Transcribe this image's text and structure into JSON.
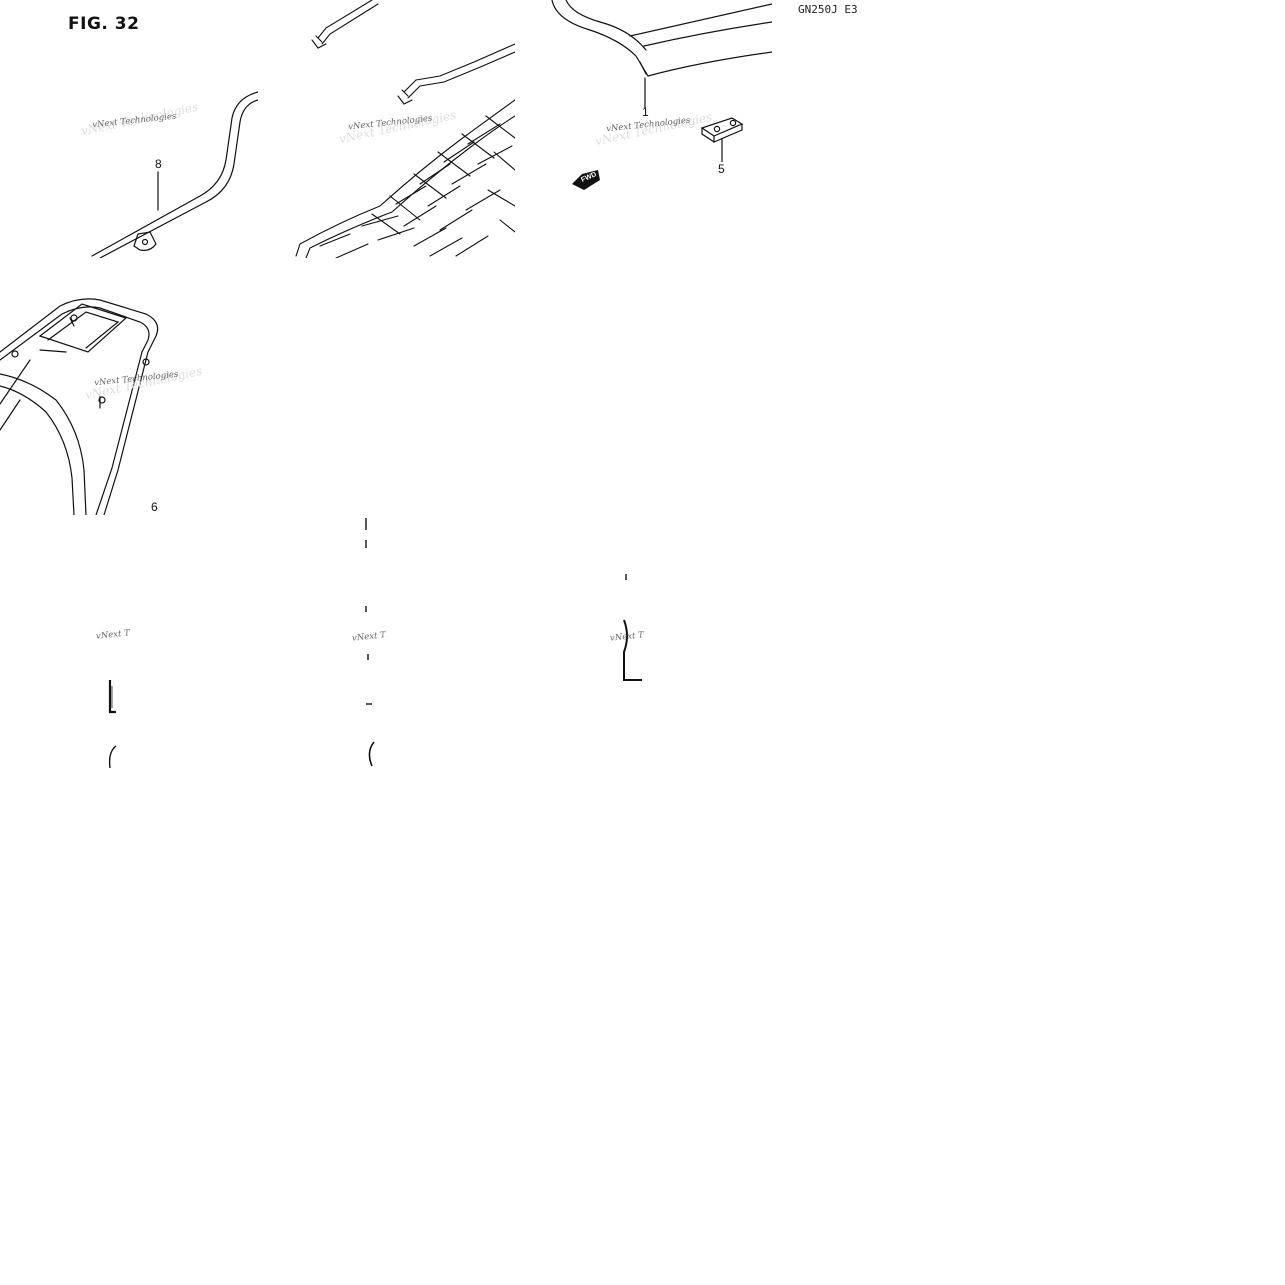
{
  "figure": {
    "title": "FIG. 32",
    "model_code": "GN250J E3"
  },
  "watermark": {
    "text": "vNext Technologies",
    "partial_text": "vNext T"
  },
  "parts": {
    "label_1": "1",
    "label_5": "5",
    "label_6": "6",
    "label_8": "8"
  },
  "direction_marker": {
    "text": "FWD"
  },
  "colors": {
    "line": "#111111",
    "background": "#ffffff"
  }
}
